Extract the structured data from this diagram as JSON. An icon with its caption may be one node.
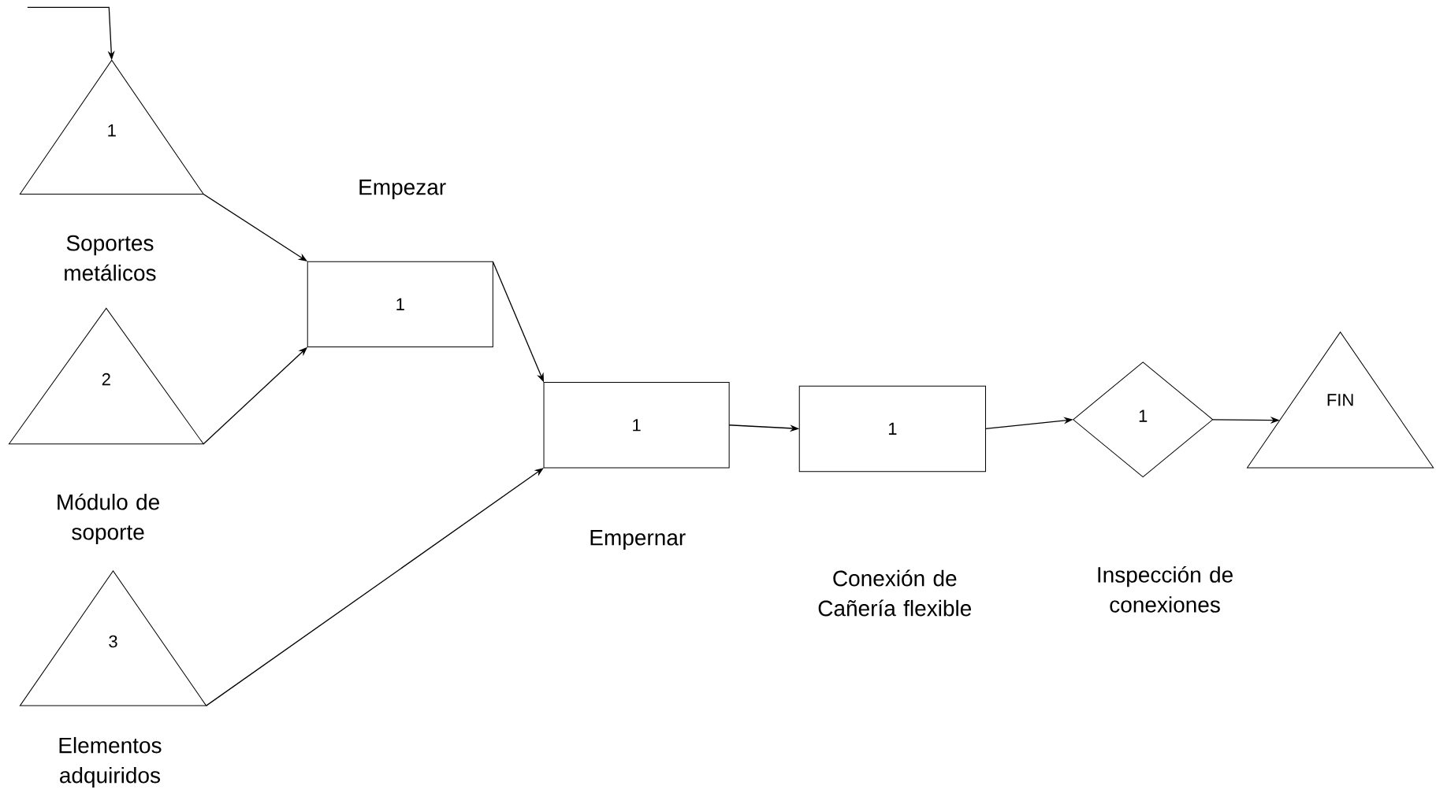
{
  "diagram": {
    "nodes": [
      {
        "text": [
          "1"
        ]
      },
      {
        "text": [
          "2"
        ]
      },
      {
        "text": [
          "3"
        ]
      },
      {
        "text": [
          "1"
        ]
      },
      {
        "text": [
          "1"
        ]
      },
      {
        "text": [
          "1"
        ]
      },
      {
        "text": [
          "1"
        ]
      },
      {
        "text": [
          "FIN"
        ]
      }
    ],
    "edges": [
      {
        "from": null,
        "to": 0,
        "arrow": "to"
      },
      {
        "from": 0,
        "to": 3,
        "arrow": "to"
      },
      {
        "from": 1,
        "to": 3,
        "arrow": "to"
      },
      {
        "from": 3,
        "to": 4,
        "arrow": "to"
      },
      {
        "from": 2,
        "to": 4,
        "arrow": "to"
      },
      {
        "from": 4,
        "to": 5,
        "arrow": "to"
      },
      {
        "from": 5,
        "to": 6,
        "arrow": "to"
      },
      {
        "from": 6,
        "to": 7,
        "arrow": "to"
      }
    ],
    "labels": [
      "Empezar",
      "Soportes metálicos",
      "Módulo de soporte",
      "Empernar",
      "Conexión de Cañería flexible",
      "Inspección de conexiones",
      "Elementos adquiridos"
    ]
  }
}
